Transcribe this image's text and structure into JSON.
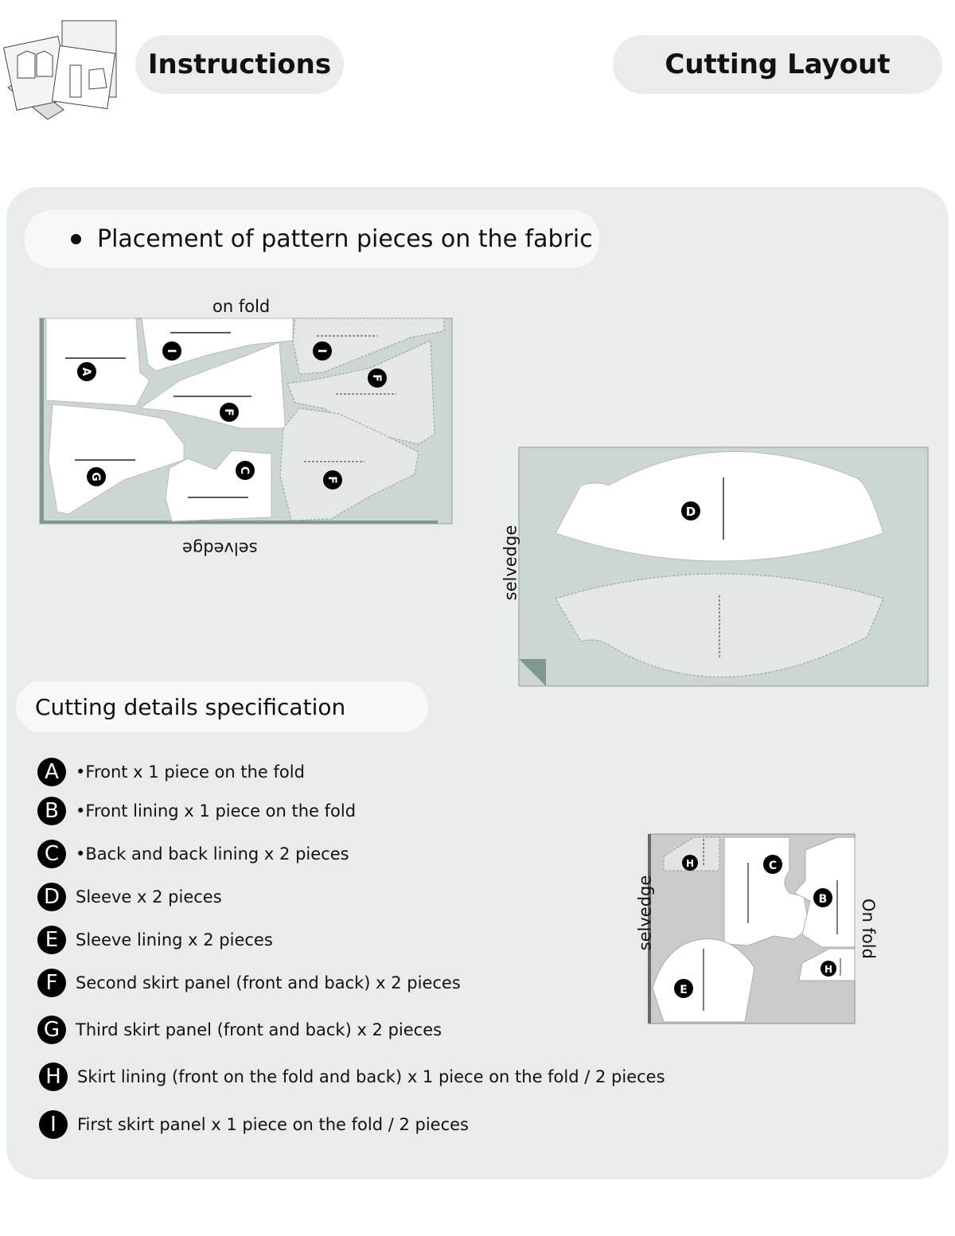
{
  "header": {
    "left_title": "Instructions",
    "right_title": "Cutting Layout"
  },
  "section_placement": {
    "title": "Placement of pattern pieces on the fabric"
  },
  "diagram1": {
    "top_label": "on fold",
    "bottom_label": "selvedge",
    "piece_letters": [
      "A",
      "I",
      "I",
      "F",
      "F",
      "F",
      "G",
      "C"
    ]
  },
  "diagram2": {
    "side_label": "selvedge",
    "piece_letters": [
      "D"
    ]
  },
  "diagram3": {
    "side_label": "selvedge",
    "right_label": "On fold",
    "piece_letters": [
      "H",
      "C",
      "B",
      "H",
      "E"
    ]
  },
  "section_cutting": {
    "title": "Cutting details specification"
  },
  "spec_items": [
    {
      "letter": "A",
      "text": "•Front x 1 piece on the fold"
    },
    {
      "letter": "B",
      "text": "•Front lining x 1 piece on the fold"
    },
    {
      "letter": "C",
      "text": "•Back and back lining x 2 pieces"
    },
    {
      "letter": "D",
      "text": "Sleeve x 2 pieces"
    },
    {
      "letter": "E",
      "text": "Sleeve lining x 2 pieces"
    },
    {
      "letter": "F",
      "text": "Second skirt panel (front and back) x 2 pieces"
    },
    {
      "letter": "G",
      "text": "Third skirt panel (front and back) x 2 pieces"
    },
    {
      "letter": "H",
      "text": "Skirt lining (front on the fold and back) x 1 piece on the fold / 2 pieces"
    },
    {
      "letter": "I",
      "text": "First skirt panel x 1 piece on the fold / 2 pieces"
    }
  ],
  "colors": {
    "panel": "#e9edea",
    "fabric": "#cdd7d1",
    "fabric_dark": "#7f9a8c",
    "pill": "#e9ece8"
  }
}
